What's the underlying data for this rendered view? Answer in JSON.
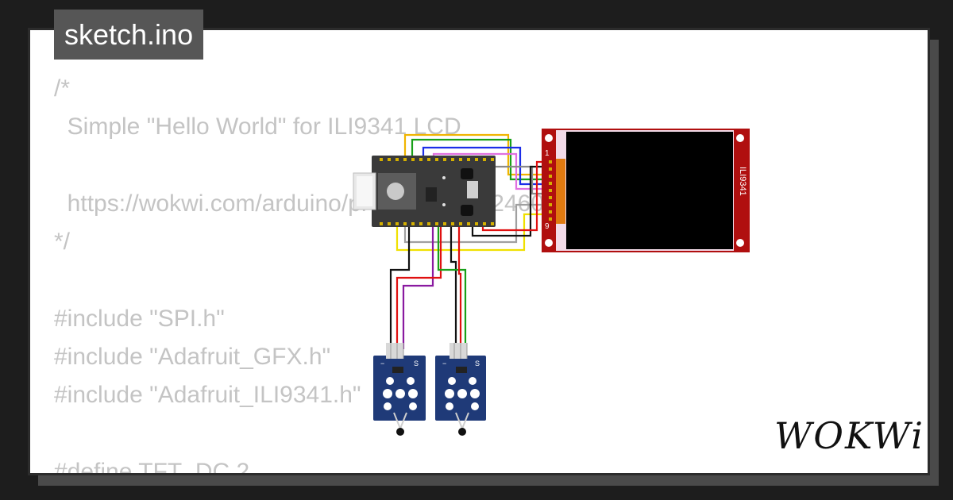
{
  "filename": "sketch.ino",
  "code_lines": [
    "/*",
    "  Simple \"Hello World\" for ILI9341 LCD",
    "",
    "  https://wokwi.com/arduino/projects/308024602434470466",
    "*/",
    "",
    "#include \"SPI.h\"",
    "#include \"Adafruit_GFX.h\"",
    "#include \"Adafruit_ILI9341.h\"",
    "",
    "#define TFT_DC 2"
  ],
  "display_label": "ILI9341",
  "display_pin_1": "1",
  "display_pin_9": "9",
  "sensor_pin_minus": "−",
  "sensor_pin_s": "S",
  "brand": "WOKWi",
  "colors": {
    "background": "#1d1d1d",
    "board": "#3a3a3a",
    "display_frame": "#b00f0f",
    "sensor_board": "#1f3a78"
  }
}
